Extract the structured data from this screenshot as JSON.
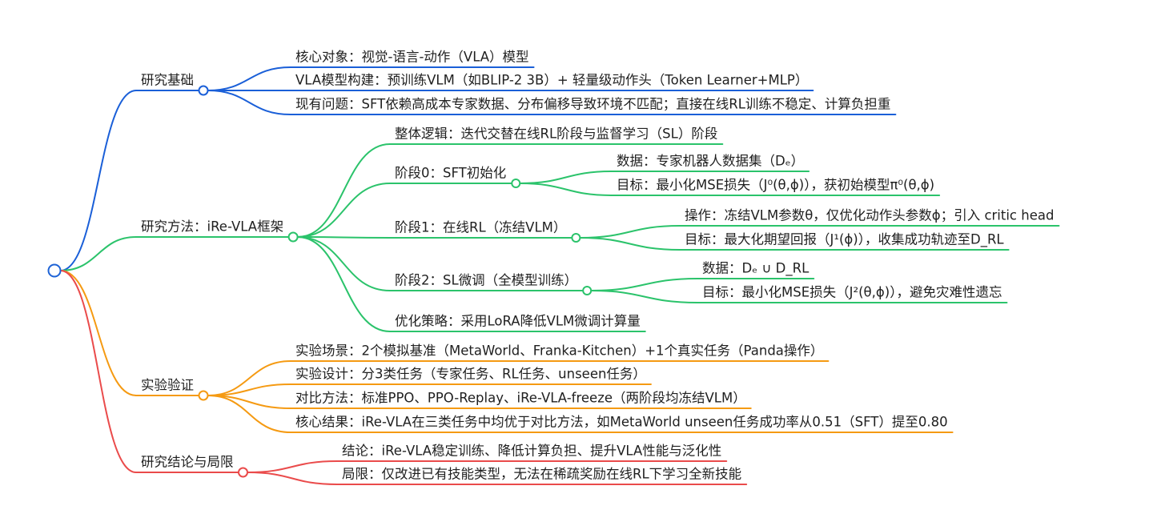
{
  "colors": {
    "root": "#1e63d6",
    "basis": "#1a5fd8",
    "method": "#2bc36b",
    "experiment": "#f59a12",
    "conclusion": "#ea4b4b",
    "text": "#1f1f1f"
  },
  "mindmap": {
    "root": {
      "label": ""
    },
    "branches": [
      {
        "id": "basis",
        "label": "研究基础",
        "children": [
          {
            "label": "核心对象：视觉-语言-动作（VLA）模型"
          },
          {
            "label": "VLA模型构建：预训练VLM（如BLIP-2 3B）+ 轻量级动作头（Token Learner+MLP）"
          },
          {
            "label": "现有问题：SFT依赖高成本专家数据、分布偏移导致环境不匹配；直接在线RL训练不稳定、计算负担重"
          }
        ]
      },
      {
        "id": "method",
        "label": "研究方法：iRe-VLA框架",
        "children": [
          {
            "label": "整体逻辑：迭代交替在线RL阶段与监督学习（SL）阶段"
          },
          {
            "label": "阶段0：SFT初始化",
            "children": [
              {
                "label": "数据：专家机器人数据集（Dₑ）"
              },
              {
                "label": "目标：最小化MSE损失（J⁰(θ,ϕ)），获初始模型π⁰(θ,ϕ)"
              }
            ]
          },
          {
            "label": "阶段1：在线RL（冻结VLM）",
            "children": [
              {
                "label": "操作：冻结VLM参数θ，仅优化动作头参数ϕ；引入 critic head"
              },
              {
                "label": "目标：最大化期望回报（J¹(ϕ)），收集成功轨迹至D_RL"
              }
            ]
          },
          {
            "label": "阶段2：SL微调（全模型训练）",
            "children": [
              {
                "label": "数据：Dₑ ∪ D_RL"
              },
              {
                "label": "目标：最小化MSE损失（J²(θ,ϕ)），避免灾难性遗忘"
              }
            ]
          },
          {
            "label": "优化策略：采用LoRA降低VLM微调计算量"
          }
        ]
      },
      {
        "id": "experiment",
        "label": "实验验证",
        "children": [
          {
            "label": "实验场景：2个模拟基准（MetaWorld、Franka-Kitchen）+1个真实任务（Panda操作）"
          },
          {
            "label": "实验设计：分3类任务（专家任务、RL任务、unseen任务）"
          },
          {
            "label": "对比方法：标准PPO、PPO-Replay、iRe-VLA-freeze（两阶段均冻结VLM）"
          },
          {
            "label": "核心结果：iRe-VLA在三类任务中均优于对比方法，如MetaWorld unseen任务成功率从0.51（SFT）提至0.80"
          }
        ]
      },
      {
        "id": "conclusion",
        "label": "研究结论与局限",
        "children": [
          {
            "label": "结论：iRe-VLA稳定训练、降低计算负担、提升VLA性能与泛化性"
          },
          {
            "label": "局限：仅改进已有技能类型，无法在稀疏奖励在线RL下学习全新技能"
          }
        ]
      }
    ]
  }
}
